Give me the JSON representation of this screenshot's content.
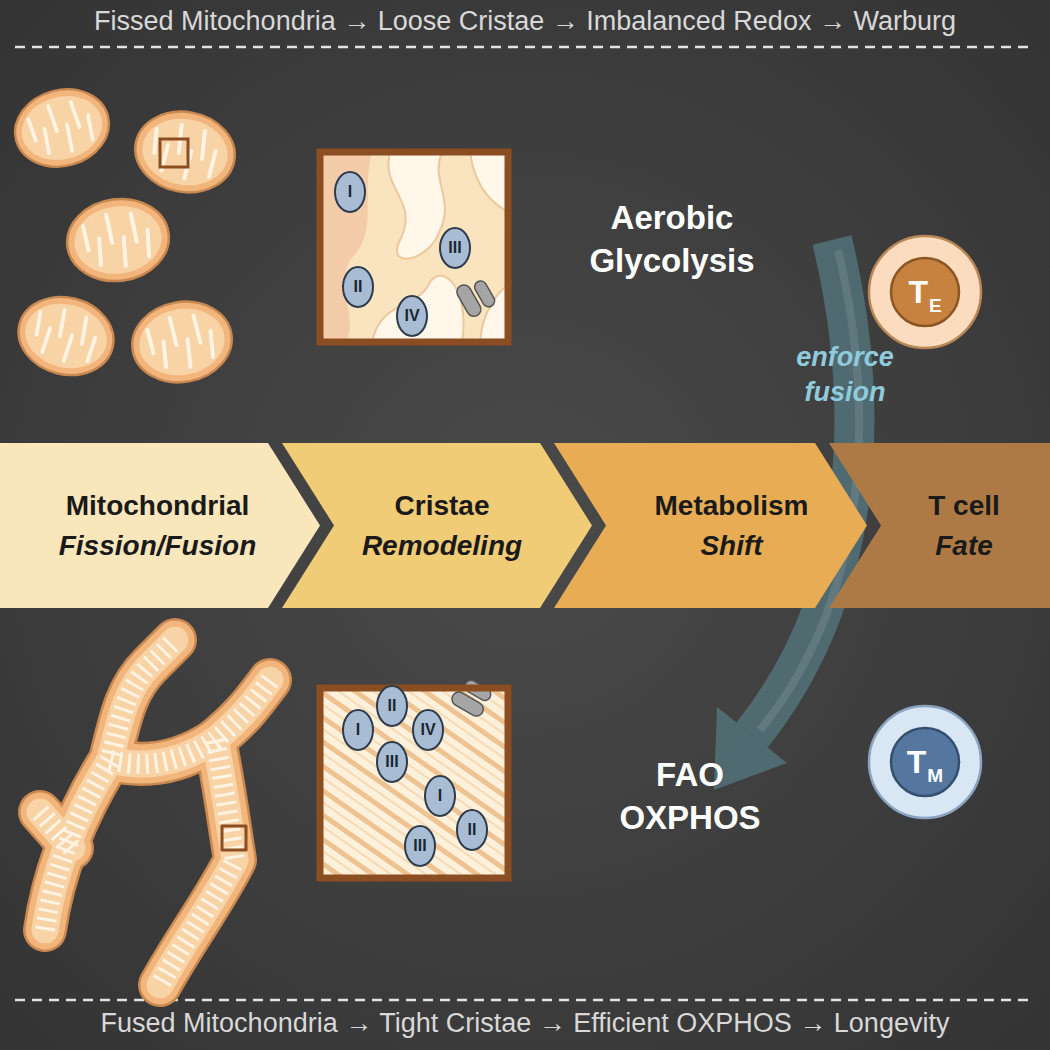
{
  "diagram": {
    "nodes": [
      {
        "text": [
          "I"
        ]
      },
      {
        "text": [
          "III"
        ]
      },
      {
        "text": [
          "II"
        ]
      },
      {
        "text": [
          "IV"
        ]
      },
      {
        "text": [
          "T",
          "E"
        ]
      },
      {
        "text": [
          "Mitochondrial",
          "Fission/Fusion"
        ]
      },
      {
        "text": [
          "Cristae",
          "Remodeling"
        ]
      },
      {
        "text": [
          "Metabolism",
          "Shift"
        ]
      },
      {
        "text": [
          "T cell",
          "Fate"
        ]
      },
      {
        "text": [
          "II"
        ]
      },
      {
        "text": [
          "I"
        ]
      },
      {
        "text": [
          "IV"
        ]
      },
      {
        "text": [
          "III"
        ]
      },
      {
        "text": [
          "I"
        ]
      },
      {
        "text": [
          "III"
        ]
      },
      {
        "text": [
          "II"
        ]
      },
      {
        "text": [
          "T",
          "M"
        ]
      }
    ],
    "labels": [
      "Fissed Mitochondria → Loose Cristae → Imbalanced Redox → Warburg",
      "Aerobic Glycolysis",
      "enforce fusion",
      "FAO OXPHOS",
      "Fused Mitochondria → Tight Cristae → Efficient OXPHOS → Longevity"
    ]
  }
}
